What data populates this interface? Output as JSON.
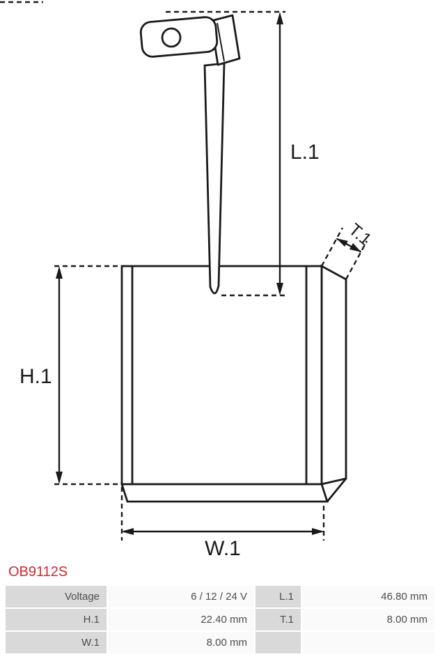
{
  "part_number": "OB9112S",
  "colors": {
    "part_number_red": "#d8242c",
    "diagram_line": "#1a1a1a",
    "table_label_bg": "#d9d9d9",
    "table_value_bg": "#fafafa",
    "table_text": "#4d4d4d"
  },
  "diagram": {
    "labels": {
      "length": "L.1",
      "height": "H.1",
      "width": "W.1",
      "thickness": "T.1"
    }
  },
  "spec_table": {
    "rows": [
      [
        "Voltage",
        "6 / 12 / 24 V",
        "L.1",
        "46.80 mm"
      ],
      [
        "H.1",
        "22.40 mm",
        "T.1",
        "8.00 mm"
      ],
      [
        "W.1",
        "8.00 mm",
        "",
        ""
      ]
    ]
  }
}
